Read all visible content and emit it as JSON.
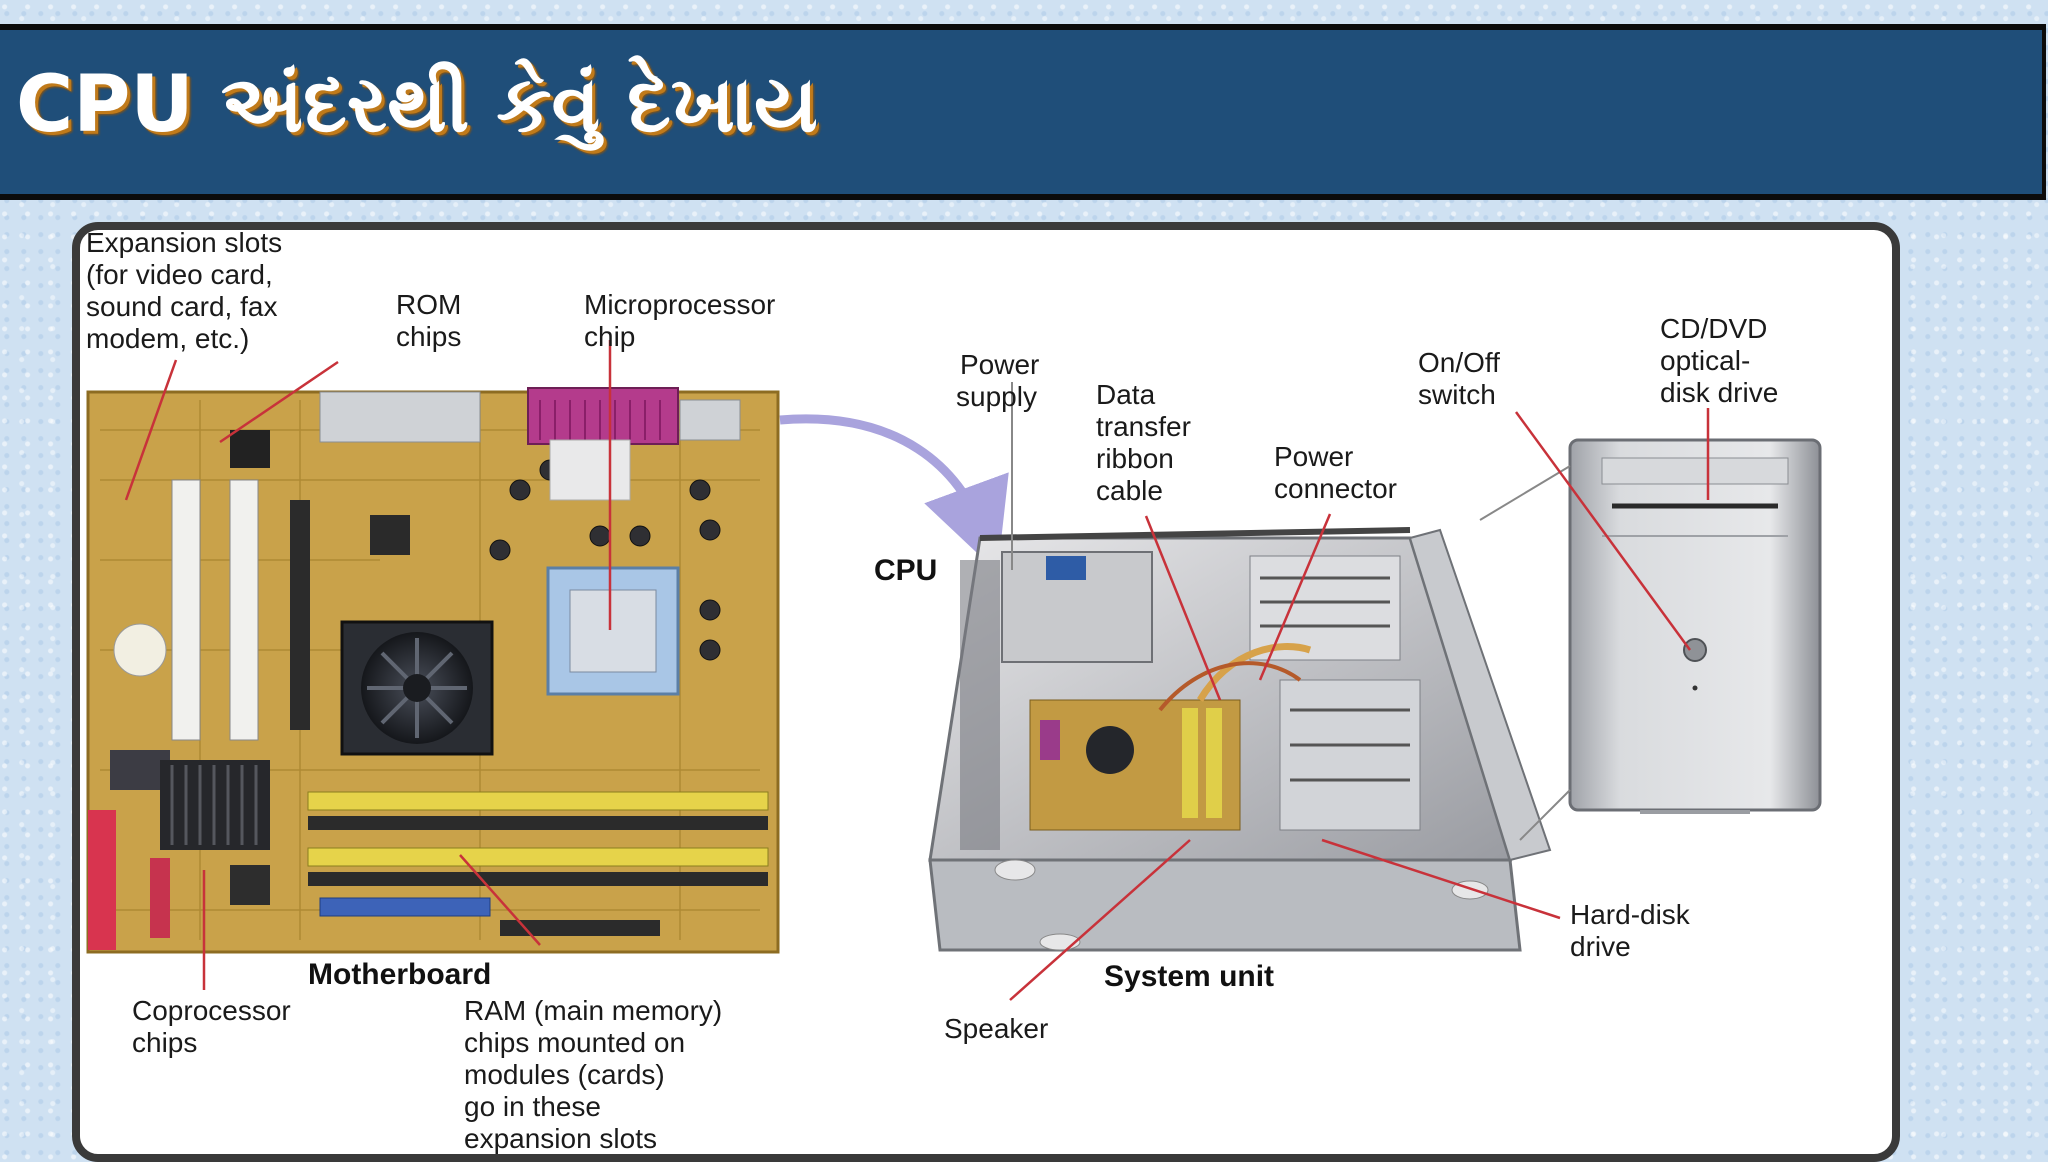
{
  "header": {
    "title": "CPU અંદરથી  કેવું દેખાય"
  },
  "labels": {
    "expansion_slots": [
      "Expansion slots",
      "(for video card,",
      "sound card, fax",
      "modem, etc.)"
    ],
    "rom_chips": [
      "ROM",
      "chips"
    ],
    "microprocessor": [
      "Microprocessor",
      "chip"
    ],
    "power_supply": [
      "Power",
      "supply"
    ],
    "data_transfer": [
      "Data",
      "transfer",
      "ribbon",
      "cable"
    ],
    "power_connector": [
      "Power",
      "connector"
    ],
    "onoff_switch": [
      "On/Off",
      "switch"
    ],
    "cd_dvd": [
      "CD/DVD",
      "optical-",
      "disk drive"
    ],
    "cpu": "CPU",
    "motherboard": "Motherboard",
    "system_unit": "System unit",
    "hard_disk": [
      "Hard-disk",
      "drive"
    ],
    "speaker": "Speaker",
    "coprocessor": [
      "Coprocessor",
      "chips"
    ],
    "ram": [
      "RAM (main memory)",
      "chips mounted on",
      "modules (cards)",
      "go in these",
      "expansion slots"
    ]
  },
  "colors": {
    "header_bg": "#1f4e79",
    "title_shadow": "#c07a1a",
    "board": "#c9a24a",
    "leader_line": "#c8323a"
  }
}
